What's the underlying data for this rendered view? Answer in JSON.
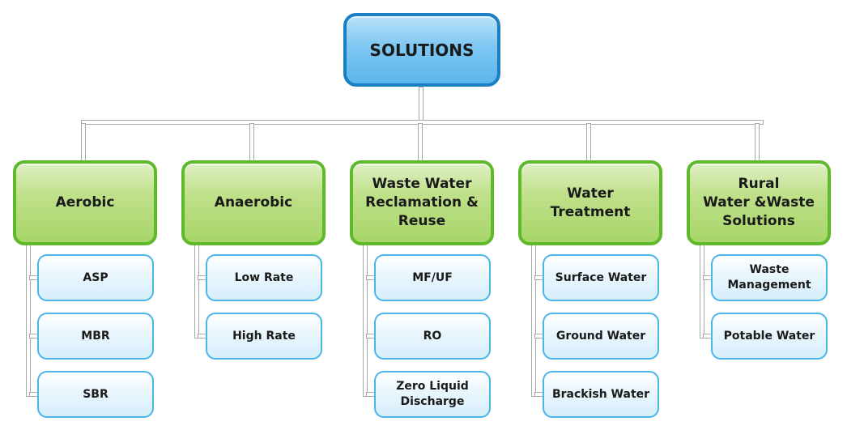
{
  "root": {
    "label": "SOLUTIONS"
  },
  "categories": [
    {
      "label": "Aerobic",
      "children": [
        "ASP",
        "MBR",
        "SBR"
      ]
    },
    {
      "label": "Anaerobic",
      "children": [
        "Low Rate",
        "High Rate"
      ]
    },
    {
      "label": "Waste Water\nReclamation &\nReuse",
      "children": [
        "MF/UF",
        "RO",
        "Zero Liquid\nDischarge"
      ]
    },
    {
      "label": "Water\nTreatment",
      "children": [
        "Surface Water",
        "Ground Water",
        "Brackish Water"
      ]
    },
    {
      "label": "Rural\nWater &Waste\nSolutions",
      "children": [
        "Waste\nManagement",
        "Potable Water"
      ]
    }
  ],
  "colors": {
    "root_fill": "#7ec7f2",
    "root_border": "#1b7fc4",
    "category_fill": "#bfe08a",
    "category_border": "#5fb92c",
    "child_fill": "#e9f6fd",
    "child_border": "#4db4e8",
    "connector": "#a8a8a8"
  }
}
